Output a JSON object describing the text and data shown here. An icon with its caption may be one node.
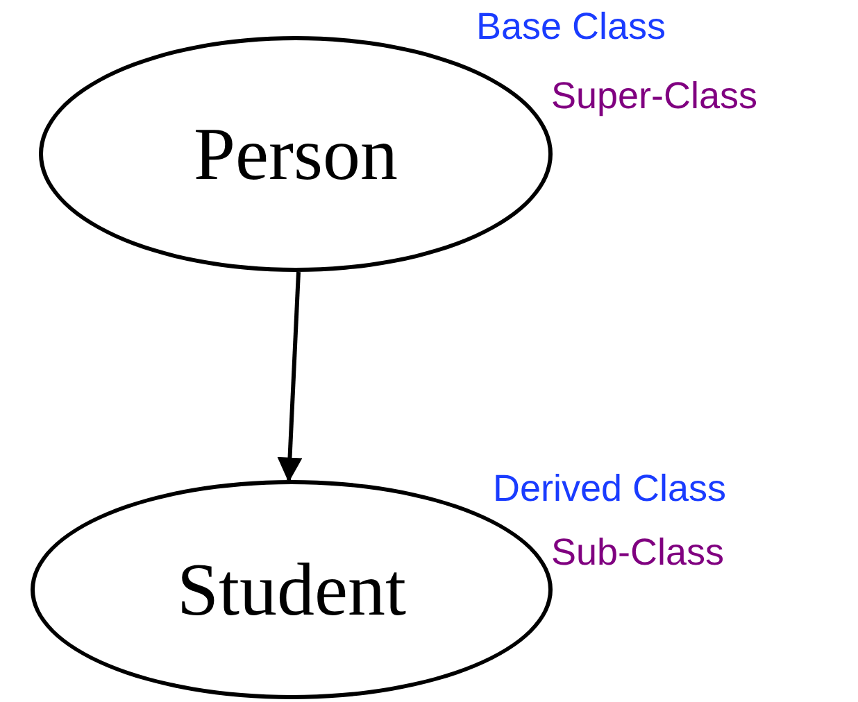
{
  "diagram": {
    "nodes": [
      {
        "text": [
          "Person"
        ],
        "beside": [
          "Base Class",
          "Super-Class"
        ]
      },
      {
        "text": [
          "Student"
        ],
        "beside": [
          "Derived Class",
          "Sub-Class"
        ]
      }
    ],
    "edges": [
      {
        "from": 0,
        "to": 1,
        "arrow": "to"
      }
    ]
  }
}
